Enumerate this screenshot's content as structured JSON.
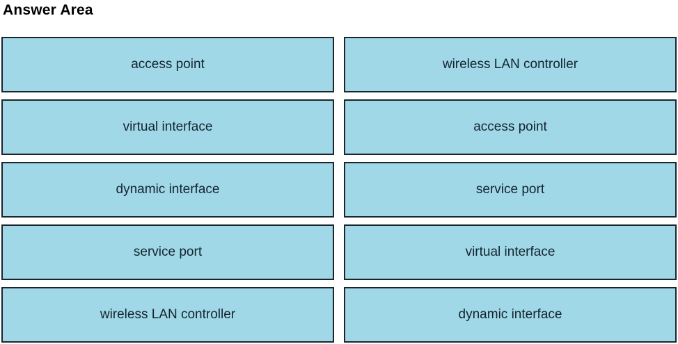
{
  "title": "Answer Area",
  "colors": {
    "box_fill": "#A0D8E8",
    "box_border": "#1B252C",
    "box_text": "#14242E",
    "title_text": "#000000"
  },
  "columns": {
    "left": {
      "items": [
        {
          "label": "access point"
        },
        {
          "label": "virtual interface"
        },
        {
          "label": "dynamic interface"
        },
        {
          "label": "service port"
        },
        {
          "label": "wireless LAN controller"
        }
      ]
    },
    "right": {
      "items": [
        {
          "label": "wireless LAN controller"
        },
        {
          "label": "access point"
        },
        {
          "label": "service port"
        },
        {
          "label": "virtual interface"
        },
        {
          "label": "dynamic interface"
        }
      ]
    }
  }
}
